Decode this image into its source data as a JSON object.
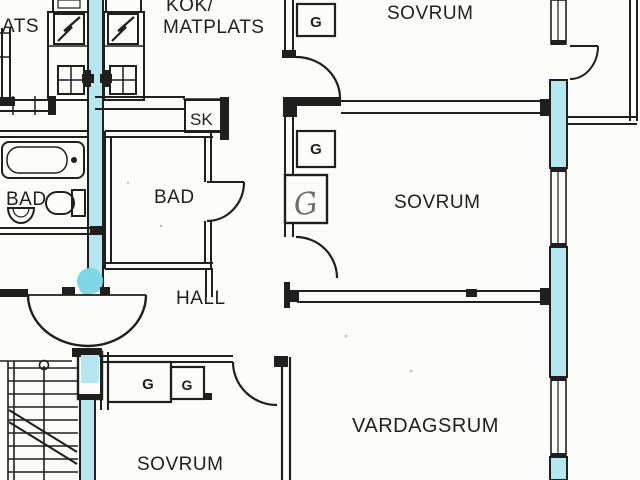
{
  "page": {
    "type": "architectural floor plan (scanned)",
    "language": "Swedish",
    "style": "black ink line drawing on white paper with cyan-highlighted wall segments"
  },
  "colors": {
    "ink": "#1f1f1f",
    "wall_highlight": "#b4e7f0",
    "wall_highlight_deep": "#7fd6e5",
    "paper": "#fcfcfa"
  },
  "rooms": {
    "matplats_partial": "ATS",
    "kok_line1": "KÖK/",
    "kok_line2": "MATPLATS",
    "sovrum_top": "SOVRUM",
    "sovrum_middle": "SOVRUM",
    "sovrum_bottom": "SOVRUM",
    "vardagsrum": "VARDAGSRUM",
    "bad_left": "BAD",
    "bad_middle": "BAD",
    "hall": "HALL"
  },
  "closets": {
    "sk": "SK",
    "g_top": "G",
    "g_mid": "G",
    "g_handwritten": "G",
    "g_bottom_large": "G",
    "g_bottom_small": "G"
  }
}
